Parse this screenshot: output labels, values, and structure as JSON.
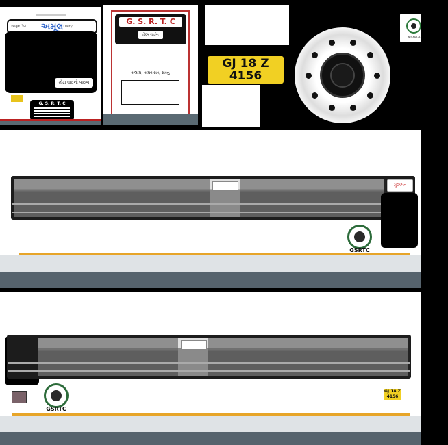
{
  "front": {
    "destination_center": "અમૂલ",
    "destination_left": "આણંદ ડેપો",
    "destination_right": "Dairy",
    "window_sticker": "મોટા વાહનો પાછળ",
    "grille_text": "G. S. R. T. C"
  },
  "rear": {
    "plate_text": "G. S. R. T. C",
    "sub_text": "હેલ્પ લાઈન",
    "slogan": "સલામ, સમયસર, સસ્તુ"
  },
  "registration": {
    "line1": "GJ 18 Z",
    "line2": "4156"
  },
  "side": {
    "brand_label": "GSRTC",
    "sticker_text": "ગુજરાત"
  },
  "logo": {
    "caption": "NISARGA"
  },
  "colors": {
    "accent_orange": "#e7a529",
    "skirt_grey": "#56636d",
    "plate_yellow": "#f1d023",
    "brand_red": "#b22222",
    "brand_blue": "#2c62c9",
    "logo_green": "#2c6b3a"
  }
}
